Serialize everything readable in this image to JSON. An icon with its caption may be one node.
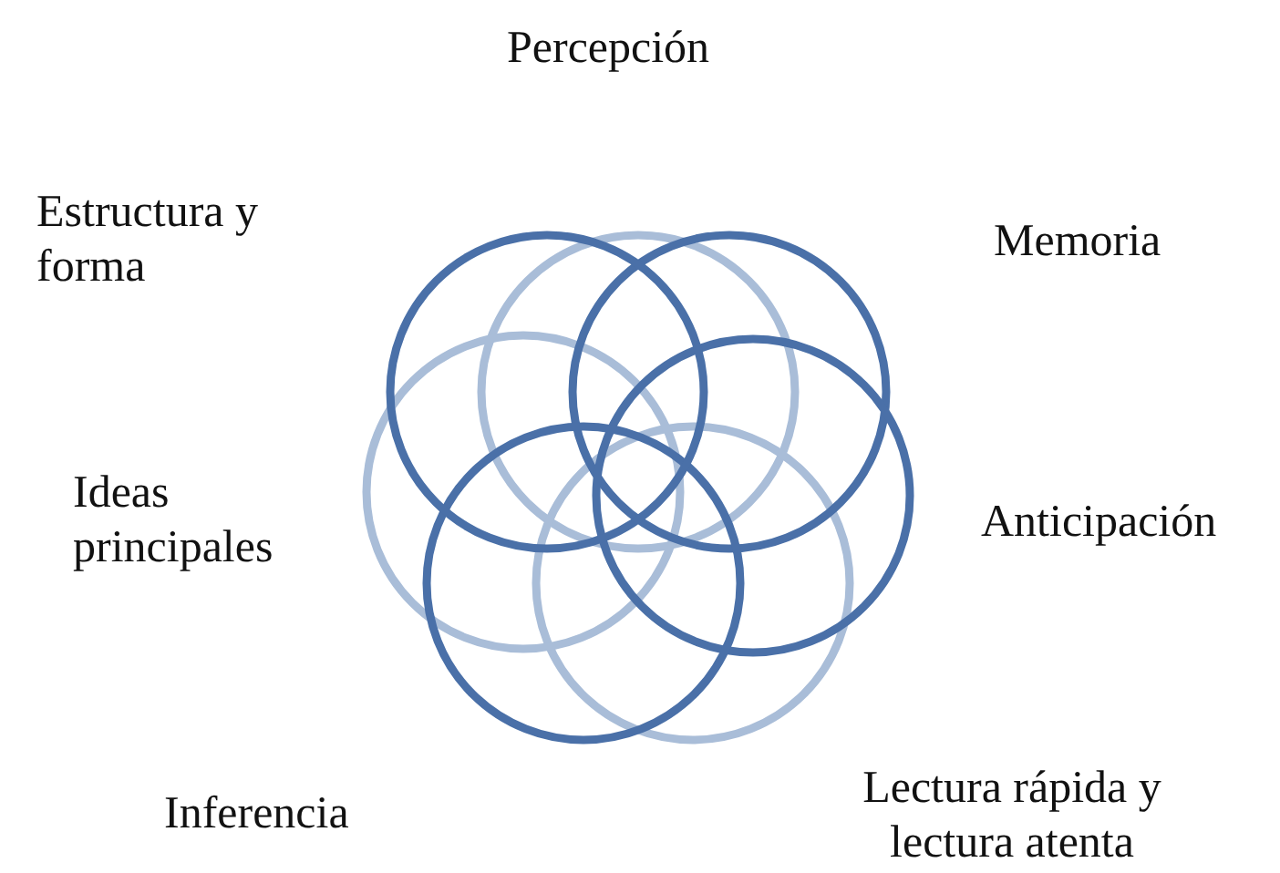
{
  "diagram": {
    "nodes": [
      {
        "text": [],
        "shape": "circle"
      },
      {
        "text": [],
        "shape": "circle"
      },
      {
        "text": [],
        "shape": "circle"
      },
      {
        "text": [],
        "shape": "circle"
      },
      {
        "text": [],
        "shape": "circle"
      },
      {
        "text": [],
        "shape": "circle"
      },
      {
        "text": [],
        "shape": "circle"
      }
    ],
    "labels": [
      "Percepción",
      "Estructura y forma",
      "Memoria",
      "Ideas principales",
      "Anticipación",
      "Inferencia",
      "Lectura rápida y lectura atenta"
    ]
  }
}
